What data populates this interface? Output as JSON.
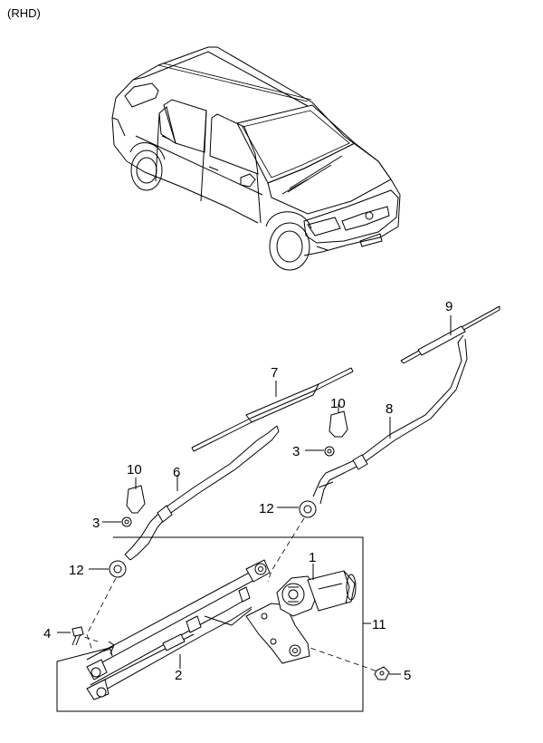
{
  "header": {
    "variant": "(RHD)"
  },
  "callouts": {
    "c1": "1",
    "c2": "2",
    "c3a": "3",
    "c3b": "3",
    "c4": "4",
    "c5": "5",
    "c6": "6",
    "c7": "7",
    "c8": "8",
    "c9": "9",
    "c10a": "10",
    "c10b": "10",
    "c11": "11",
    "c12a": "12",
    "c12b": "12"
  }
}
